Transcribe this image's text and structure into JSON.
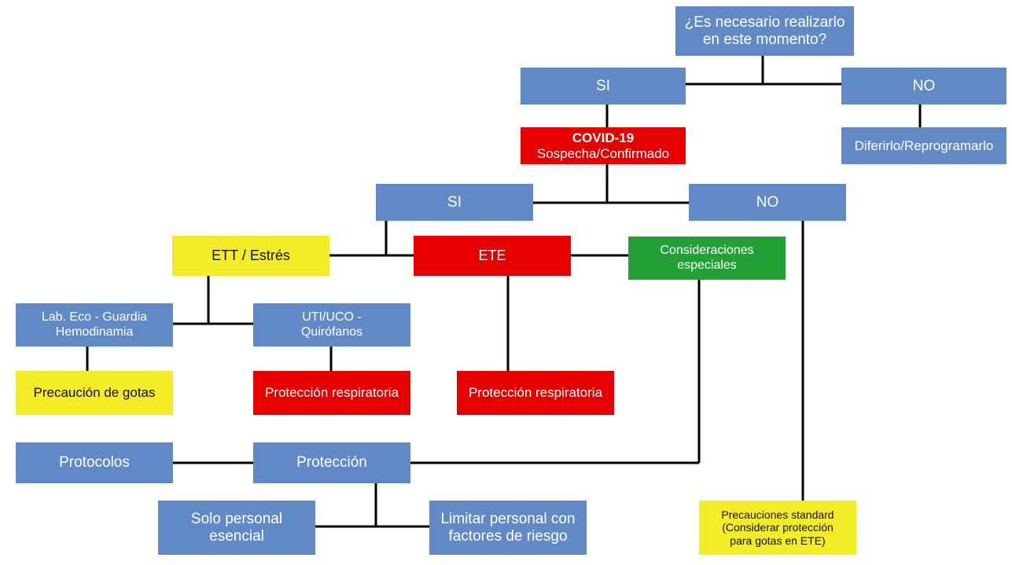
{
  "nodes": {
    "question": [
      "¿Es necesario realizarlo",
      "en este momento?"
    ],
    "si_1": "SI",
    "no_1": "NO",
    "defer": "Diferirlo/Reprogramarlo",
    "covid_title": "COVID-19",
    "covid_sub": "Sospecha/Confirmado",
    "si_2": "SI",
    "no_2": "NO",
    "ett": "ETT /  Estrés",
    "ete": "ETE",
    "considerations": [
      "Consideraciones",
      "especiales"
    ],
    "lab_eco": [
      "Lab. Eco - Guardia",
      "Hemodinamia"
    ],
    "uti_uco": [
      "UTI/UCO -",
      "Quirófanos"
    ],
    "droplet_precaution": "Precaución de gotas",
    "resp_protection_1": "Protección respiratoria",
    "resp_protection_2": "Protección respiratoria",
    "protocols": "Protocolos",
    "protection": "Protección",
    "essential_staff": [
      "Solo personal",
      "esencial"
    ],
    "limit_staff": [
      "Limitar personal con",
      "factores de riesgo"
    ],
    "standard_precautions": [
      "Precauciones standard",
      "(Considerar protección",
      "para gotas en ETE)"
    ]
  },
  "colors": {
    "blue": "#6089c6",
    "red": "#e60000",
    "green": "#23a036",
    "yellow": "#f4ec26",
    "line": "#000000"
  }
}
